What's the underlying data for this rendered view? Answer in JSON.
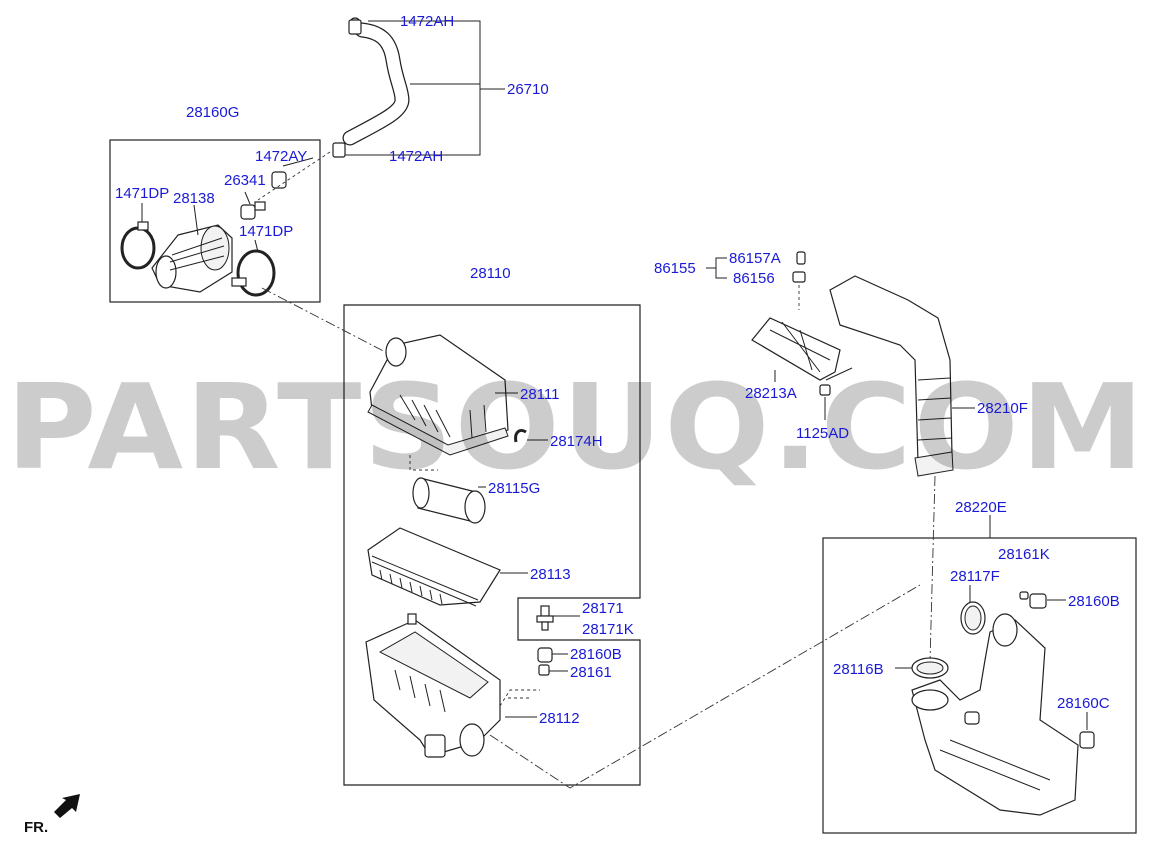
{
  "watermark": "PARTSOUQ.COM",
  "direction_label": "FR.",
  "labels": {
    "p1472AH_top": "1472AH",
    "p26710": "26710",
    "p1472AH_bot": "1472AH",
    "p28160G": "28160G",
    "p1472AY": "1472AY",
    "p26341": "26341",
    "p1471DP_left": "1471DP",
    "p28138": "28138",
    "p1471DP_right": "1471DP",
    "p28110": "28110",
    "p28111": "28111",
    "p28174H": "28174H",
    "p28115G": "28115G",
    "p28113": "28113",
    "p28171": "28171",
    "p28171K": "28171K",
    "p28160B_mid": "28160B",
    "p28161": "28161",
    "p28112": "28112",
    "p86155": "86155",
    "p86157A": "86157A",
    "p86156": "86156",
    "p28213A": "28213A",
    "p1125AD": "1125AD",
    "p28210F": "28210F",
    "p28220E": "28220E",
    "p28161K": "28161K",
    "p28117F": "28117F",
    "p28160B_right": "28160B",
    "p28116B": "28116B",
    "p28160C": "28160C"
  }
}
